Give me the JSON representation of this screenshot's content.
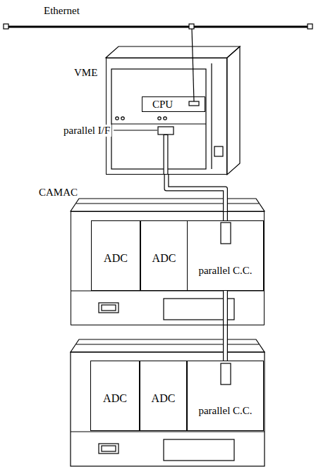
{
  "diagram": {
    "nodes": [
      {
        "text": [
          "VME"
        ]
      },
      {
        "text": [
          "CPU"
        ],
        "in": 0
      },
      {
        "text": [
          "CAMAC"
        ]
      },
      {
        "text": [
          "ADC"
        ],
        "in": 2
      },
      {
        "text": [
          "ADC"
        ],
        "in": 2
      },
      {
        "text": [
          "parallel C.C."
        ],
        "in": 2
      },
      {
        "text": [
          "ADC"
        ]
      },
      {
        "text": [
          "ADC"
        ]
      },
      {
        "text": [
          "parallel C.C."
        ]
      }
    ],
    "edges": [
      {
        "from": 0,
        "to": 5,
        "arrow": "none"
      },
      {
        "from": 5,
        "to": 8,
        "arrow": "none"
      }
    ],
    "labels": [
      "Ethernet",
      "parallel I/F"
    ]
  }
}
